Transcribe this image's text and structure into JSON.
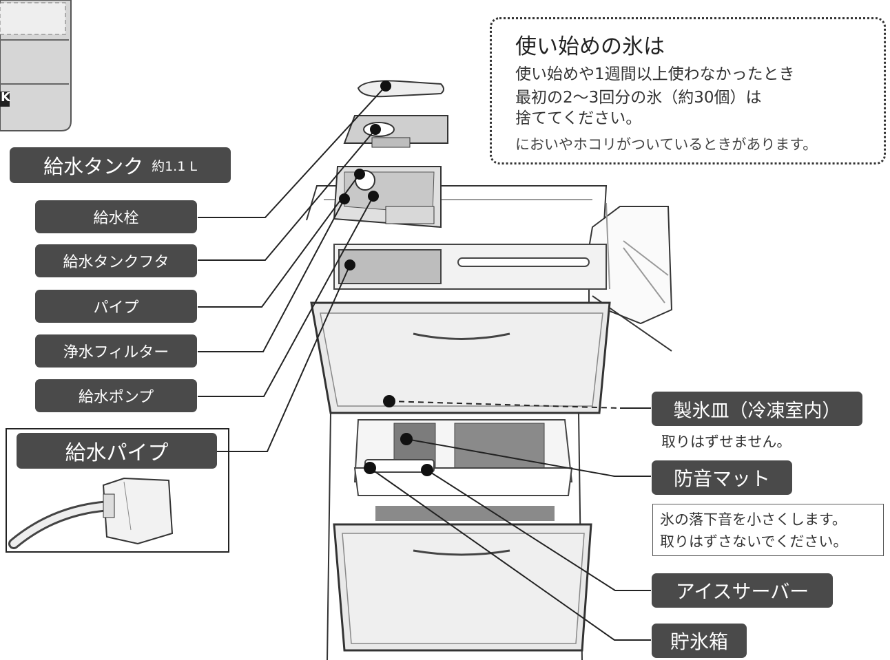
{
  "note": {
    "title": "使い始めの氷は",
    "line1": "使い始めや1週間以上使わなかったとき",
    "line2": "最初の2～3回分の氷（約30個）は",
    "line3": "捨ててください。",
    "line4": "においやホコリがついているときがあります。"
  },
  "labels": {
    "tank": "給水タンク",
    "tank_capacity": "約1.1 L",
    "faucet": "給水栓",
    "tank_lid": "給水タンクフタ",
    "pipe": "パイプ",
    "filter": "浄水フィルター",
    "pump": "給水ポンプ",
    "supply_pipe": "給水パイプ",
    "ice_tray": "製氷皿（冷凍室内）",
    "ice_tray_note": "取りはずせません。",
    "sound_mat": "防音マット",
    "sound_mat_note1": "氷の落下音を小さくします。",
    "sound_mat_note2": "取りはずさないでください。",
    "ice_server": "アイスサーバー",
    "ice_bin": "貯氷箱"
  },
  "corner_glyph": "K"
}
